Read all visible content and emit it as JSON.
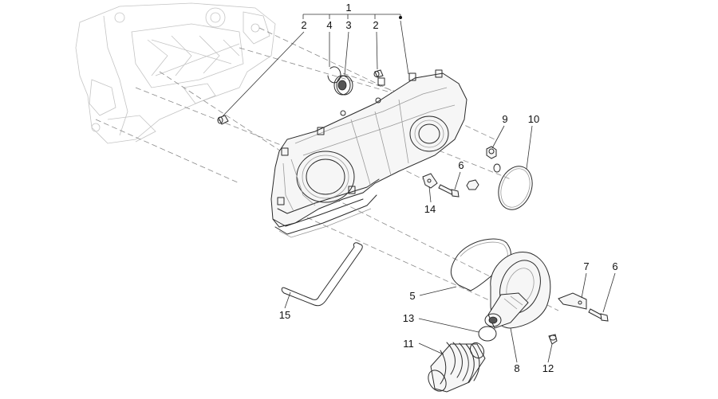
{
  "callouts": {
    "c1": "1",
    "c2a": "2",
    "c4": "4",
    "c3": "3",
    "c2b": "2",
    "c9": "9",
    "c10": "10",
    "c6a": "6",
    "c14": "14",
    "c7": "7",
    "c6b": "6",
    "c5": "5",
    "c15": "15",
    "c13": "13",
    "c11": "11",
    "c8": "8",
    "c12": "12"
  }
}
